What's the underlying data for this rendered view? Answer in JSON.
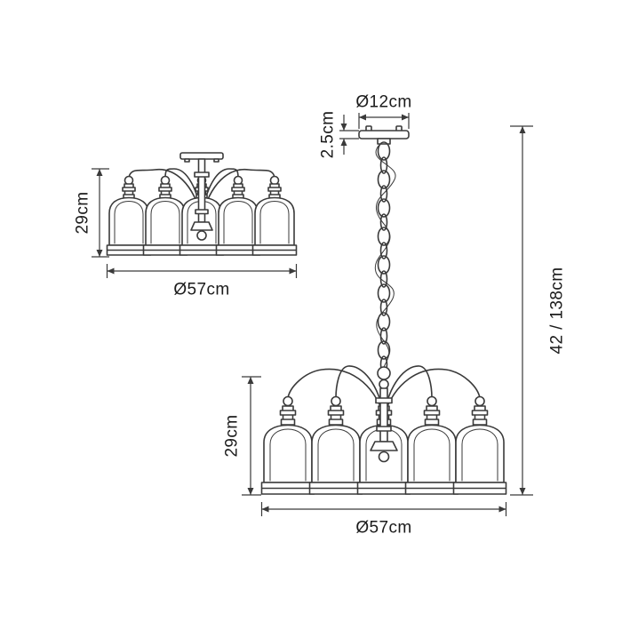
{
  "diagram": {
    "line_color": "#3a3a3a",
    "text_color": "#1b1b1b",
    "views": {
      "semi_flush": {
        "height_label": "29cm",
        "diameter_label": "Ø57cm"
      },
      "pendant": {
        "canopy_diameter_label": "Ø12cm",
        "canopy_height_label": "2.5cm",
        "overall_height_label": "42 / 138cm",
        "body_height_label": "29cm",
        "diameter_label": "Ø57cm"
      }
    }
  }
}
